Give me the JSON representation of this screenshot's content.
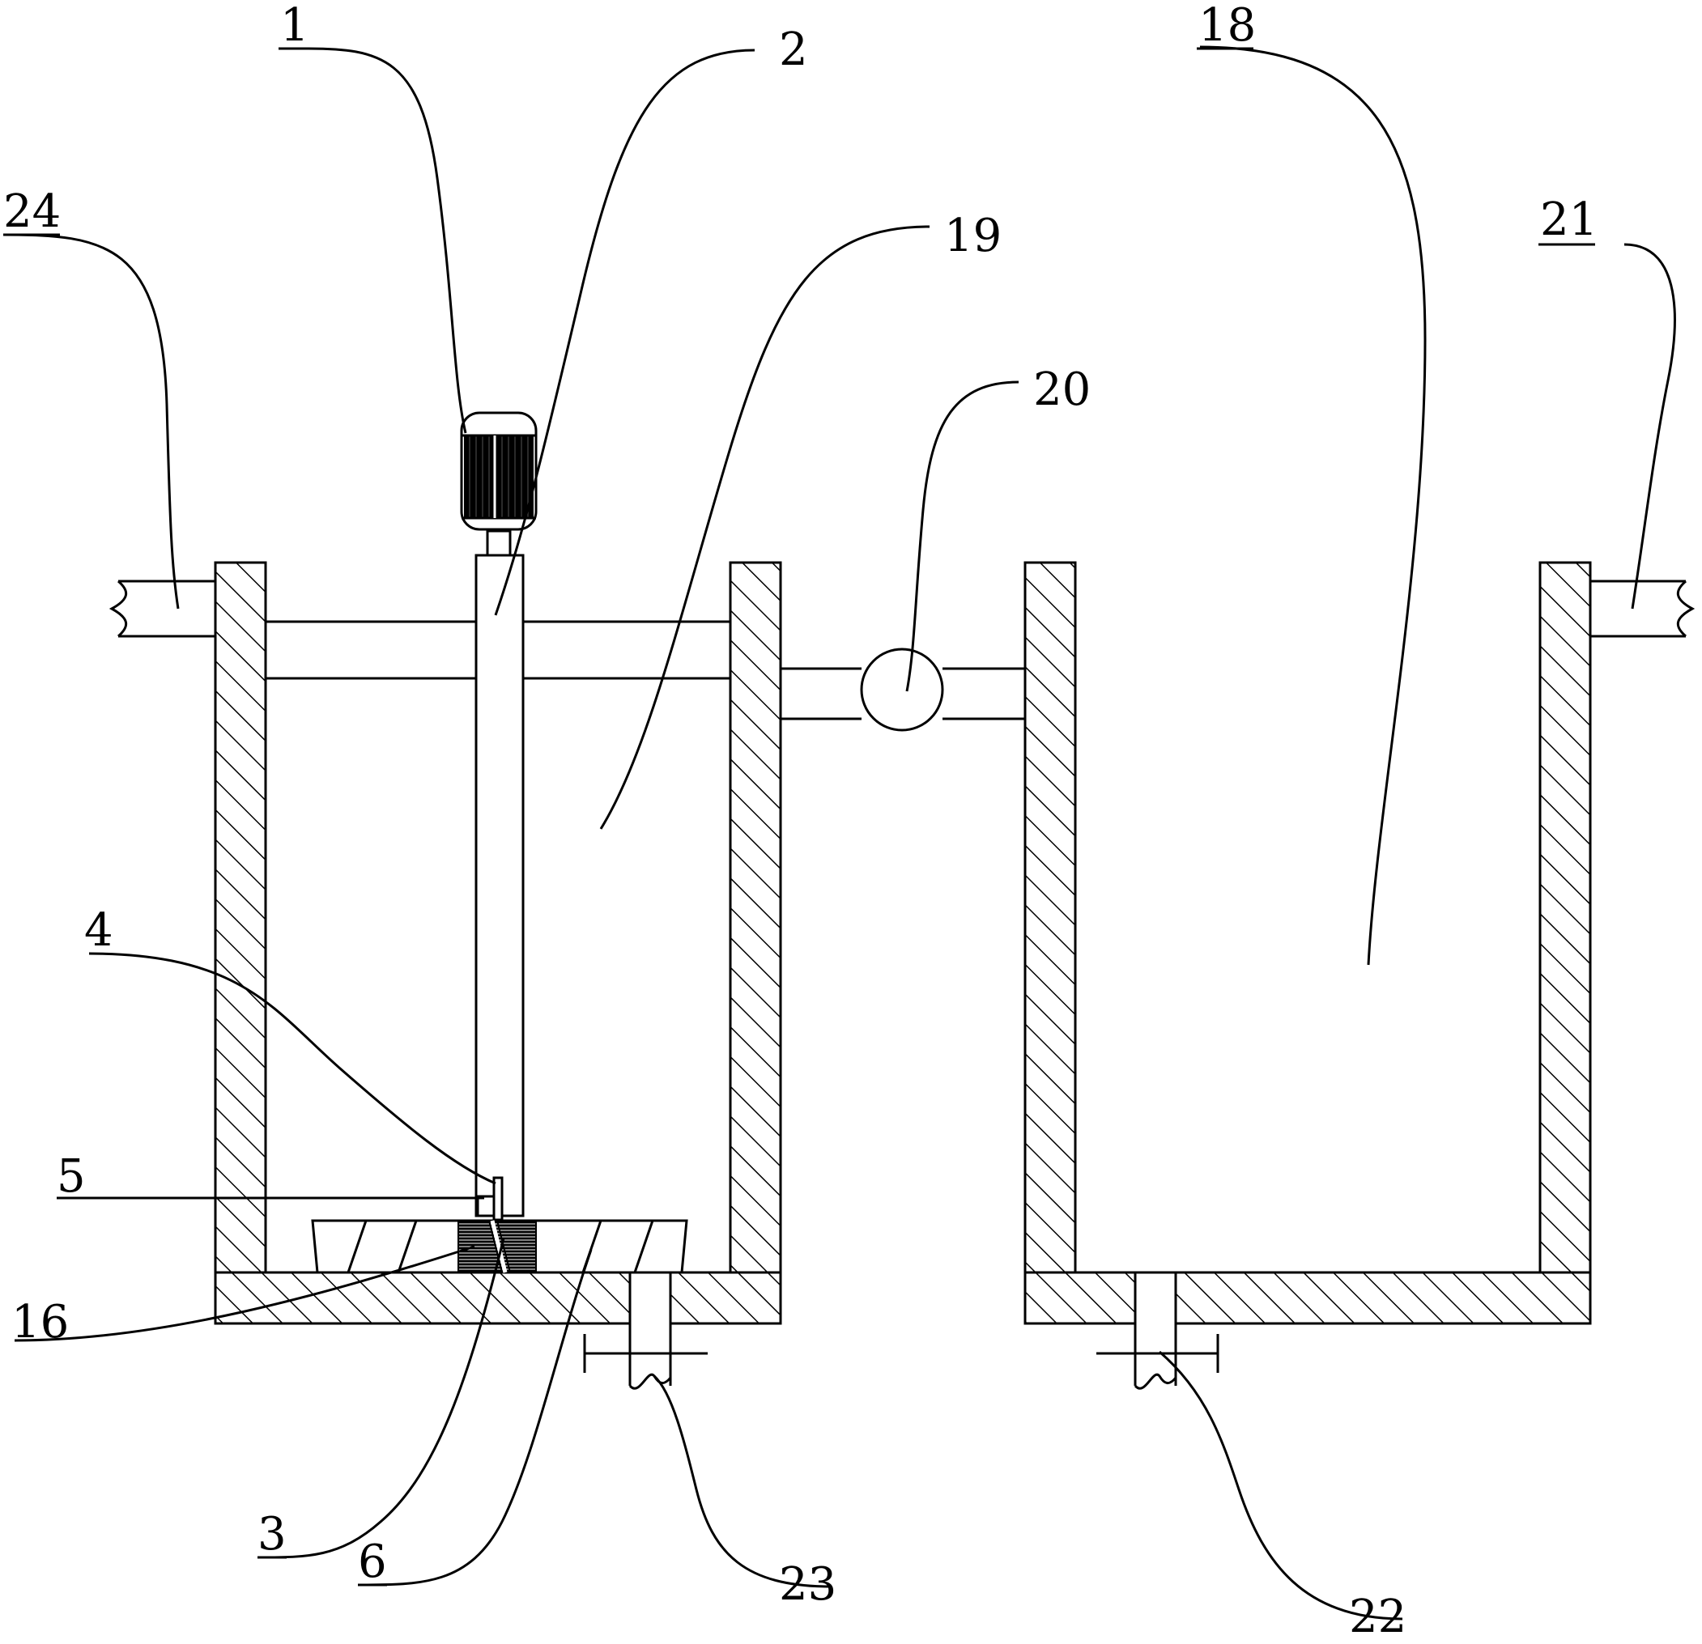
{
  "labels": {
    "motor": "1",
    "shaft": "2",
    "part_3": "3",
    "part_4": "4",
    "part_5": "5",
    "part_6": "6",
    "part_16": "16",
    "second_tank": "18",
    "first_tank": "19",
    "pump": "20",
    "right_pipe": "21",
    "right_outlet": "22",
    "left_outlet": "23",
    "left_pipe": "24"
  },
  "colors": {
    "line": "#000000",
    "background": "#ffffff"
  }
}
